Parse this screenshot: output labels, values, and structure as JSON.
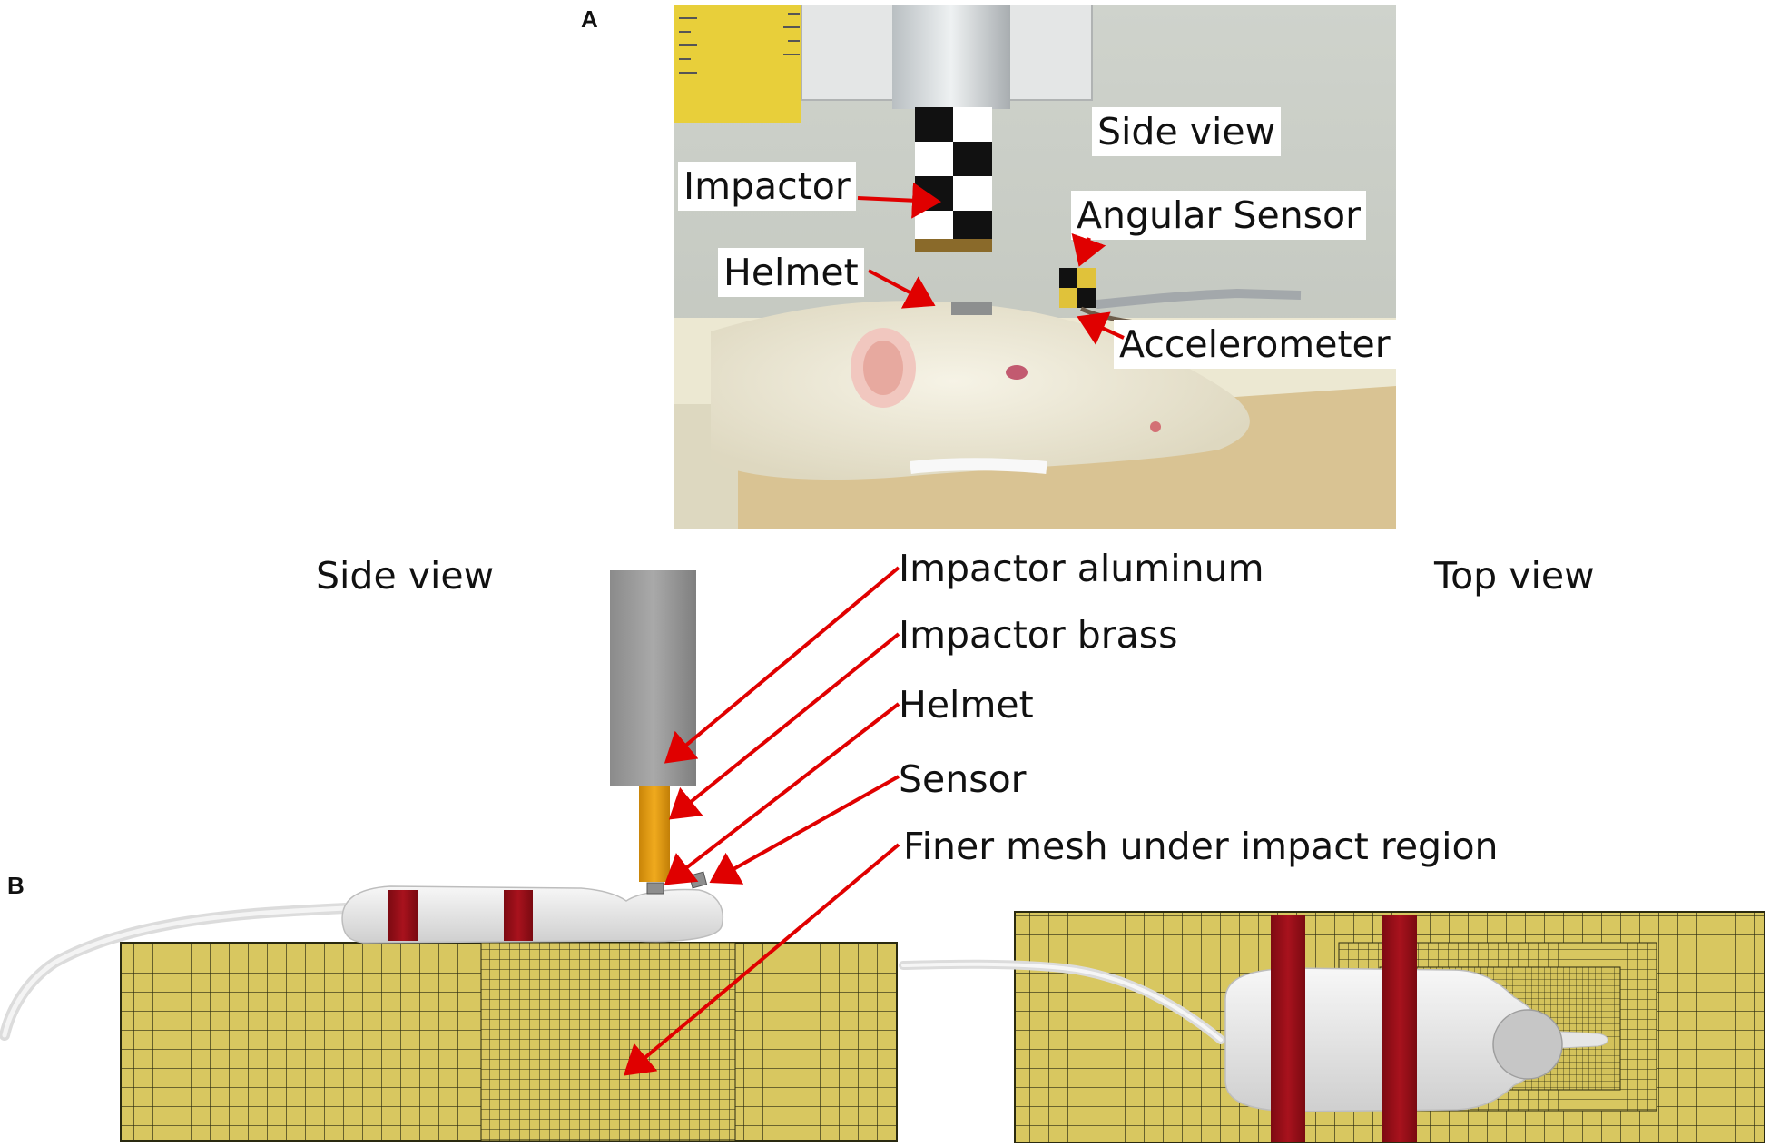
{
  "panel_a": {
    "letter": "A",
    "labels": {
      "side_view": "Side view",
      "impactor": "Impactor",
      "angular_sensor": "Angular Sensor",
      "helmet": "Helmet",
      "accelerometer": "Accelerometer"
    }
  },
  "panel_b": {
    "letter": "B",
    "side_view": "Side view",
    "top_view": "Top view",
    "labels": {
      "impactor_aluminum": "Impactor aluminum",
      "impactor_brass": "Impactor brass",
      "helmet": "Helmet",
      "sensor": "Sensor",
      "finer_mesh": "Finer mesh under impact region"
    }
  },
  "colors": {
    "arrow": "#e00000",
    "mesh_fill": "#d8c760",
    "mesh_line": "#2a2a10",
    "band": "#9c1019",
    "rat_body": "#e8e8e8",
    "aluminum": "#9a9a9a",
    "brass": "#e39d12"
  }
}
